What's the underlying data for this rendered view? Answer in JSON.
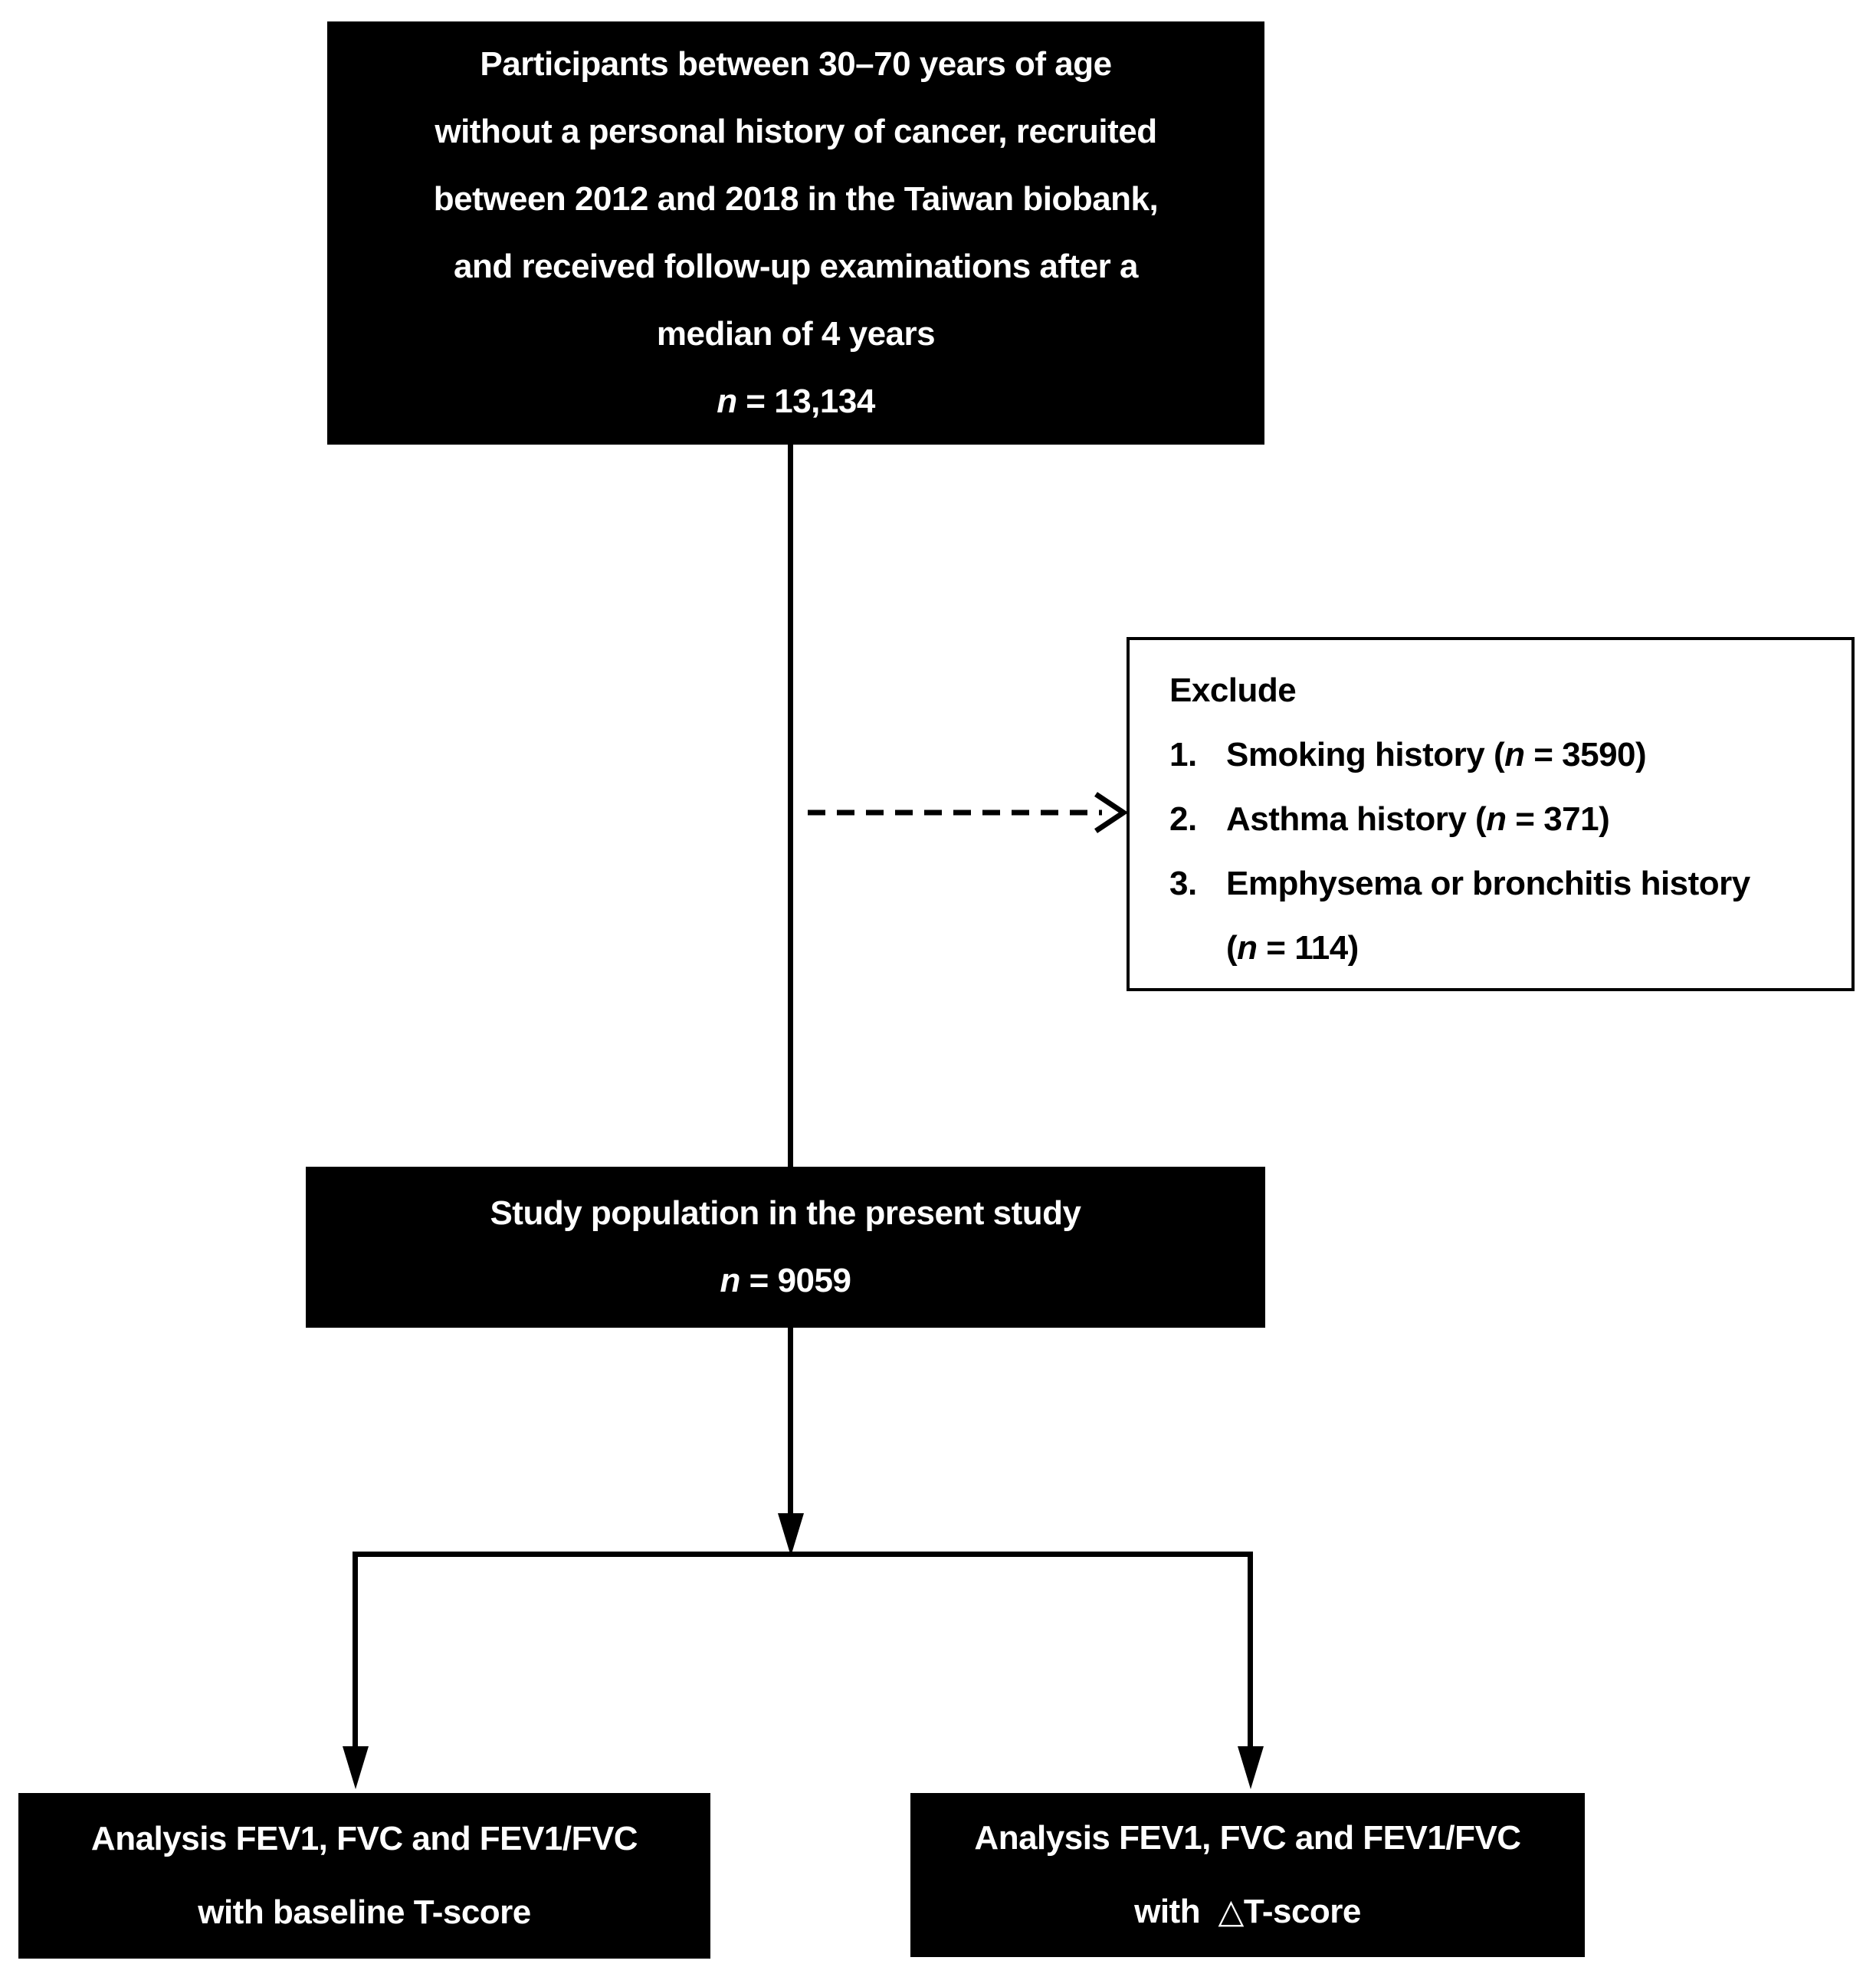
{
  "top_box": {
    "text": "Participants between 30–70 years of age\nwithout a personal history of cancer, recruited\nbetween 2012 and 2018 in the Taiwan biobank,\nand received follow-up examinations after a\nmedian of 4 years",
    "n_label": "n",
    "n_value": " = 13,134"
  },
  "exclude_box": {
    "title": "Exclude",
    "items": [
      {
        "num": "1.",
        "pre": "Smoking history (",
        "n": "n",
        "post": " = 3590)"
      },
      {
        "num": "2.",
        "pre": "Asthma history (",
        "n": "n",
        "post": " = 371)"
      },
      {
        "num": "3.",
        "pre": "Emphysema or bronchitis history\n(",
        "n": "n",
        "post": " = 114)"
      }
    ]
  },
  "mid_box": {
    "text": "Study population in the present study",
    "n_label": "n",
    "n_value": " = 9059"
  },
  "bottom_left_box": {
    "text": "Analysis FEV1, FVC and FEV1/FVC\nwith baseline T-score"
  },
  "bottom_right_box": {
    "text": "Analysis FEV1, FVC and FEV1/FVC\nwith  △T-score"
  },
  "colors": {
    "box_background": "#000000",
    "box_text": "#ffffff",
    "connector": "#000000",
    "page_background": "#ffffff"
  }
}
